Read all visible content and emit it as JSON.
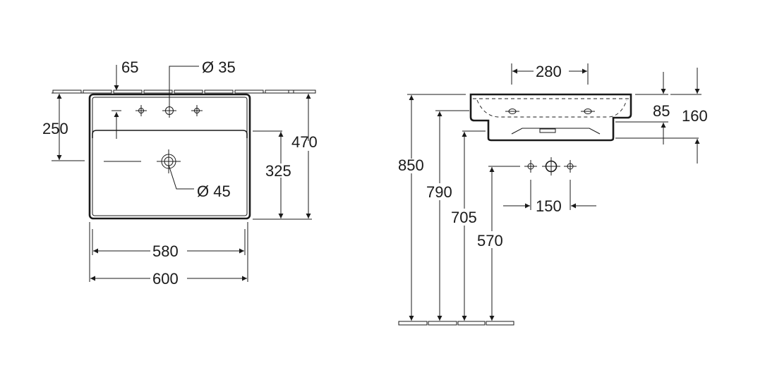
{
  "dimensions": {
    "d65": "65",
    "d35": "Ø 35",
    "d250": "250",
    "d470": "470",
    "d325": "325",
    "d45": "Ø 45",
    "d580": "580",
    "d600": "600",
    "d280": "280",
    "d85": "85",
    "d160": "160",
    "d850": "850",
    "d790": "790",
    "d705": "705",
    "d570": "570",
    "d150": "150"
  }
}
